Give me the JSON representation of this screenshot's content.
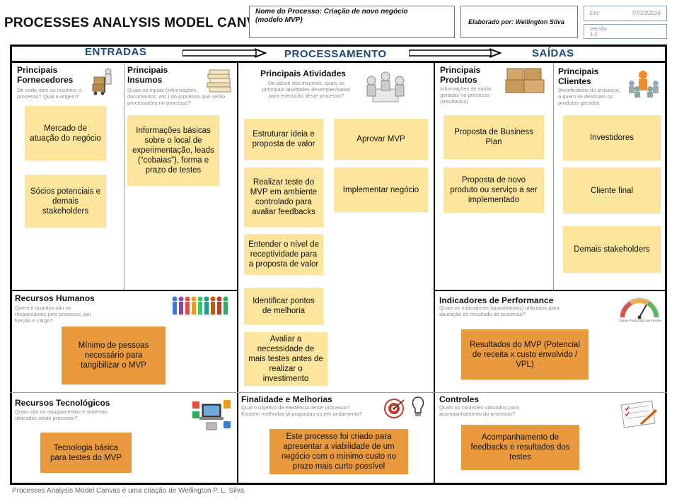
{
  "header": {
    "title": "PROCESSES ANALYSIS MODEL CANVAS",
    "process_line1": "Nome do Processo: Criação de novo negócio",
    "process_line2": "(modelo MVP)",
    "author": "Elaborado por: Wellington Silva",
    "date_label": "Em:",
    "date_value": "07/10/2016",
    "version_label": "Versão:",
    "version_value": "1.0"
  },
  "sections": {
    "entradas": "ENTRADAS",
    "processamento": "PROCESSAMENTO",
    "saidas": "SAÍDAS"
  },
  "blocks": {
    "fornecedores": {
      "title": "Principais Fornecedores",
      "subtitle": "De onde vem os insumos o processo? Qual a origem?",
      "notes": [
        "Mercado de atuação do negócio",
        "Sócios potenciais e demais stakeholders"
      ]
    },
    "insumos": {
      "title": "Principais Insumos",
      "subtitle": "Quais os inputs (informações, documentos, etc.) do processo que serão processados no processo?",
      "notes": [
        "Informações básicas sobre o local de experimentação, leads (“cobaias”), forma e prazo de testes"
      ]
    },
    "atividades": {
      "title": "Principais Atividades",
      "subtitle": "De posse dos insumos, quais as principais atividades desempenhadas para execução deste processo?",
      "notes": [
        "Estruturar ideia e proposta de valor",
        "Realizar teste do MVP em ambiente controlado para avaliar feedbacks",
        "Entender o nível de receptividade para a proposta de valor",
        "Identificar pontos de melhoria",
        "Avaliar a necessidade de mais testes antes de realizar o investimento",
        "Aprovar MVP",
        "Implementar negócio"
      ]
    },
    "produtos": {
      "title": "Principais Produtos",
      "subtitle": "Informações de saída geradas no processo (resultados)",
      "notes": [
        "Proposta de Business Plan",
        "Proposta de novo produto ou serviço a ser implementado"
      ]
    },
    "clientes": {
      "title": "Principais Clientes",
      "subtitle": "Beneficiários do processo, a quem se destinam os produtos gerados",
      "notes": [
        "Investidores",
        "Cliente final",
        "Demais stakeholders"
      ]
    },
    "rh": {
      "title": "Recursos Humanos",
      "subtitle": "Quem e quantos são os responsáveis pelo processo, por função e cargo?",
      "notes": [
        "Mínimo de pessoas necessário para tangibilizar o MVP"
      ]
    },
    "indicadores": {
      "title": "Indicadores de Performance",
      "subtitle": "Quais os indicadores (quantitativos) utilizados para apuração do resultado do processo?",
      "notes": [
        "Resultados do MVP (Potencial de receita x custo envolvido / VPL)"
      ],
      "gauge_caption": "Caixas Produzidas por Horário"
    },
    "tecnologicos": {
      "title": "Recursos Tecnológicos",
      "subtitle": "Quais são os equipamentos e sistemas utilizados neste processo?",
      "notes": [
        "Tecnologia básica para testes do MVP"
      ]
    },
    "finalidade": {
      "title": "Finalidade e Melhorias",
      "subtitle": "Qual o objetivo da existência deste processo? Existem melhorias já propostas ou em andamento?",
      "notes": [
        "Este processo foi criado para apresentar a viabilidade de um negócio com o mínimo custo no prazo mais curto possível"
      ]
    },
    "controles": {
      "title": "Controles",
      "subtitle": "Quais os controles utilizados para acompanhamento do processo?",
      "notes": [
        "Acompanhamento de feedbacks e resultados dos testes"
      ]
    }
  },
  "footer": "Processes Analysis Model Canvas é uma criação de Wellington P. L. Silva",
  "colors": {
    "note_yellow": "#fbe49b",
    "note_orange": "#e99a3e",
    "section_heading": "#1a4a7a",
    "subtitle_gray": "#8a8a8a"
  },
  "icons": [
    "boxes-trolley-icon",
    "papers-stack-icon",
    "meeting-people-icon",
    "packages-icon",
    "customers-icon",
    "people-group-icon",
    "gauge-icon",
    "devices-icon",
    "target-lightbulb-icon",
    "checklist-icon"
  ]
}
